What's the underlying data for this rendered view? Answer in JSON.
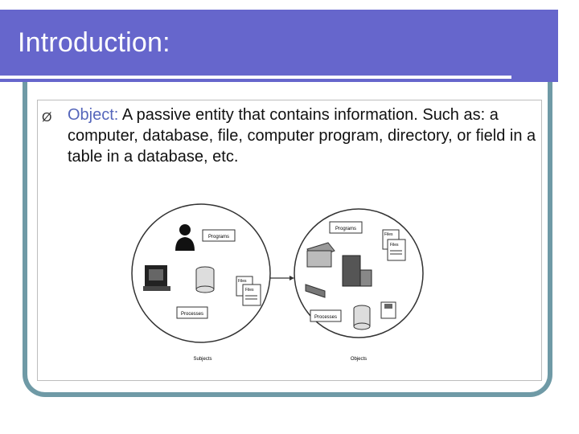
{
  "slide": {
    "title": "Introduction:",
    "bullet_symbol": "Ø",
    "label": "Object:",
    "text": "  A passive entity that contains information. Such as: a computer, database, file, computer program, directory, or field in a table in a database, etc."
  },
  "diagram": {
    "subjects": {
      "caption": "Subjects",
      "programs_label": "Programs",
      "files_label_1": "Files",
      "files_label_2": "Files",
      "processes_label": "Processes"
    },
    "objects": {
      "caption": "Objects",
      "programs_label": "Programs",
      "files_label_1": "Files",
      "files_label_2": "Files",
      "processes_label": "Processes"
    }
  },
  "colors": {
    "title_bar": "#6666cc",
    "frame": "#6f9aa6",
    "label": "#5566bb"
  }
}
